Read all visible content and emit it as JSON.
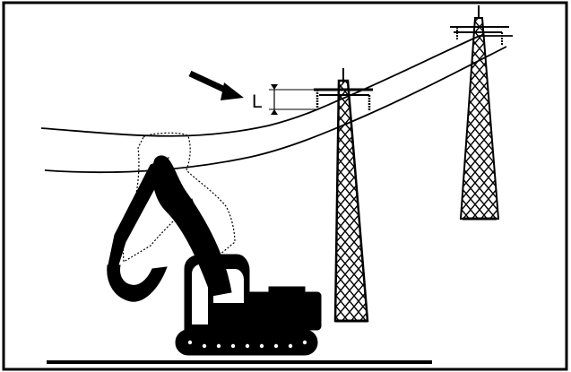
{
  "diagram": {
    "clearance_label": "L",
    "colors": {
      "ink": "#000000",
      "background": "#ffffff"
    },
    "icons": {
      "warning_arrow": "arrow-down-right",
      "excavator": "excavator-silhouette",
      "tower_near": "lattice-pylon",
      "tower_far": "lattice-pylon",
      "danger_zone": "dotted-clearance-envelope"
    }
  }
}
